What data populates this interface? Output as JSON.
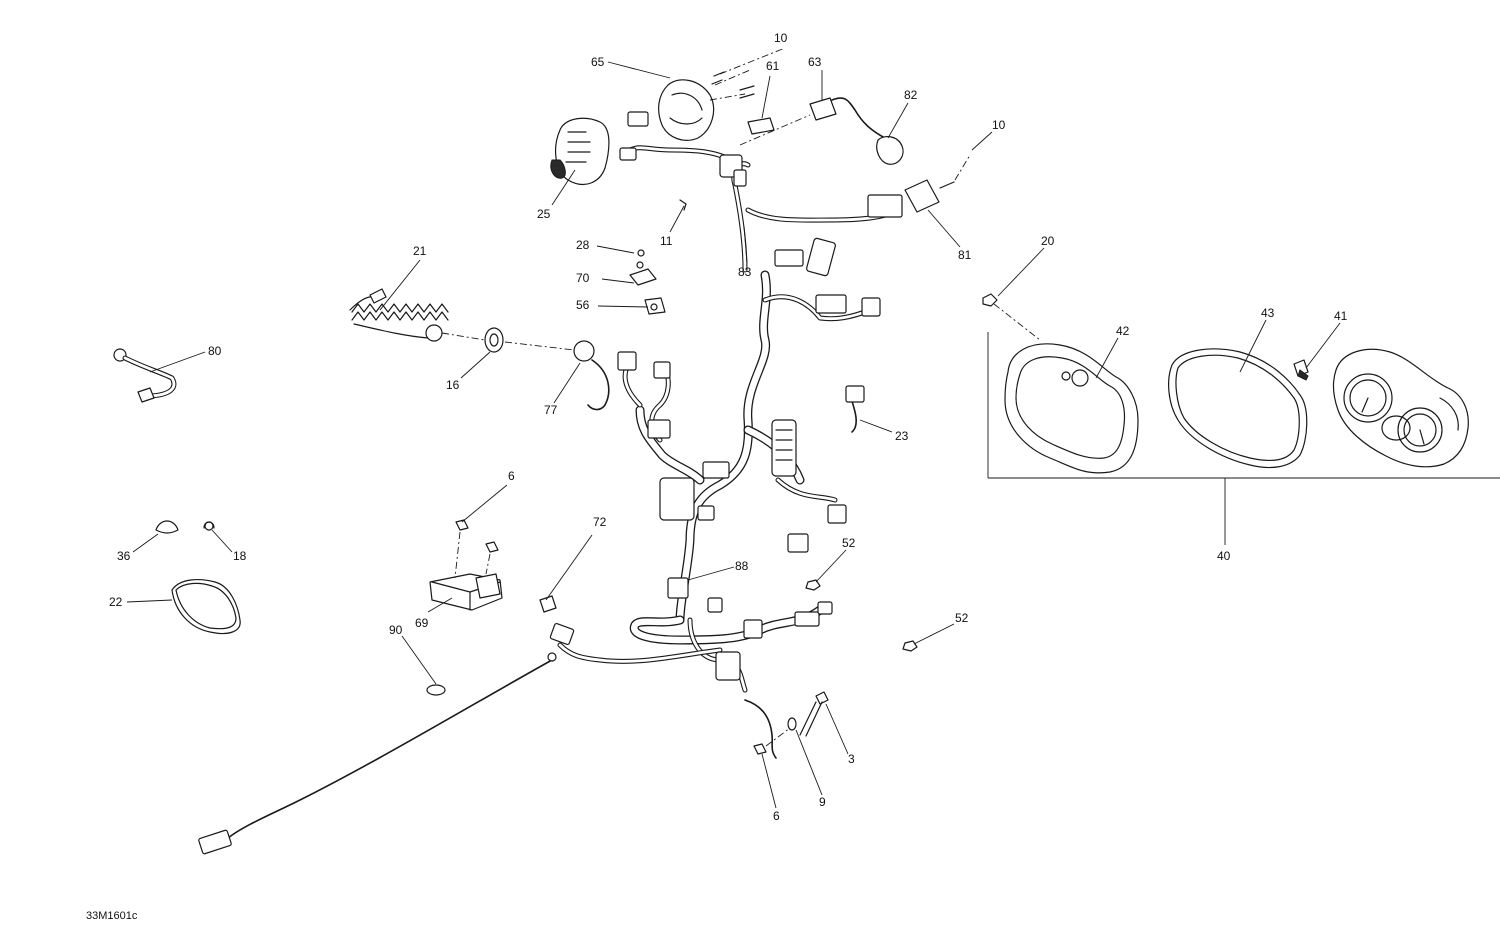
{
  "diagram": {
    "reference_code": "33M1601c",
    "callouts": [
      "10",
      "65",
      "61",
      "63",
      "82",
      "10",
      "25",
      "11",
      "83",
      "81",
      "21",
      "28",
      "70",
      "56",
      "80",
      "16",
      "77",
      "20",
      "42",
      "43",
      "41",
      "23",
      "40",
      "6",
      "36",
      "18",
      "72",
      "88",
      "52",
      "22",
      "69",
      "90",
      "52",
      "3",
      "9",
      "6"
    ]
  },
  "colors": {
    "line": "#1a1a1a",
    "background": "#ffffff"
  }
}
